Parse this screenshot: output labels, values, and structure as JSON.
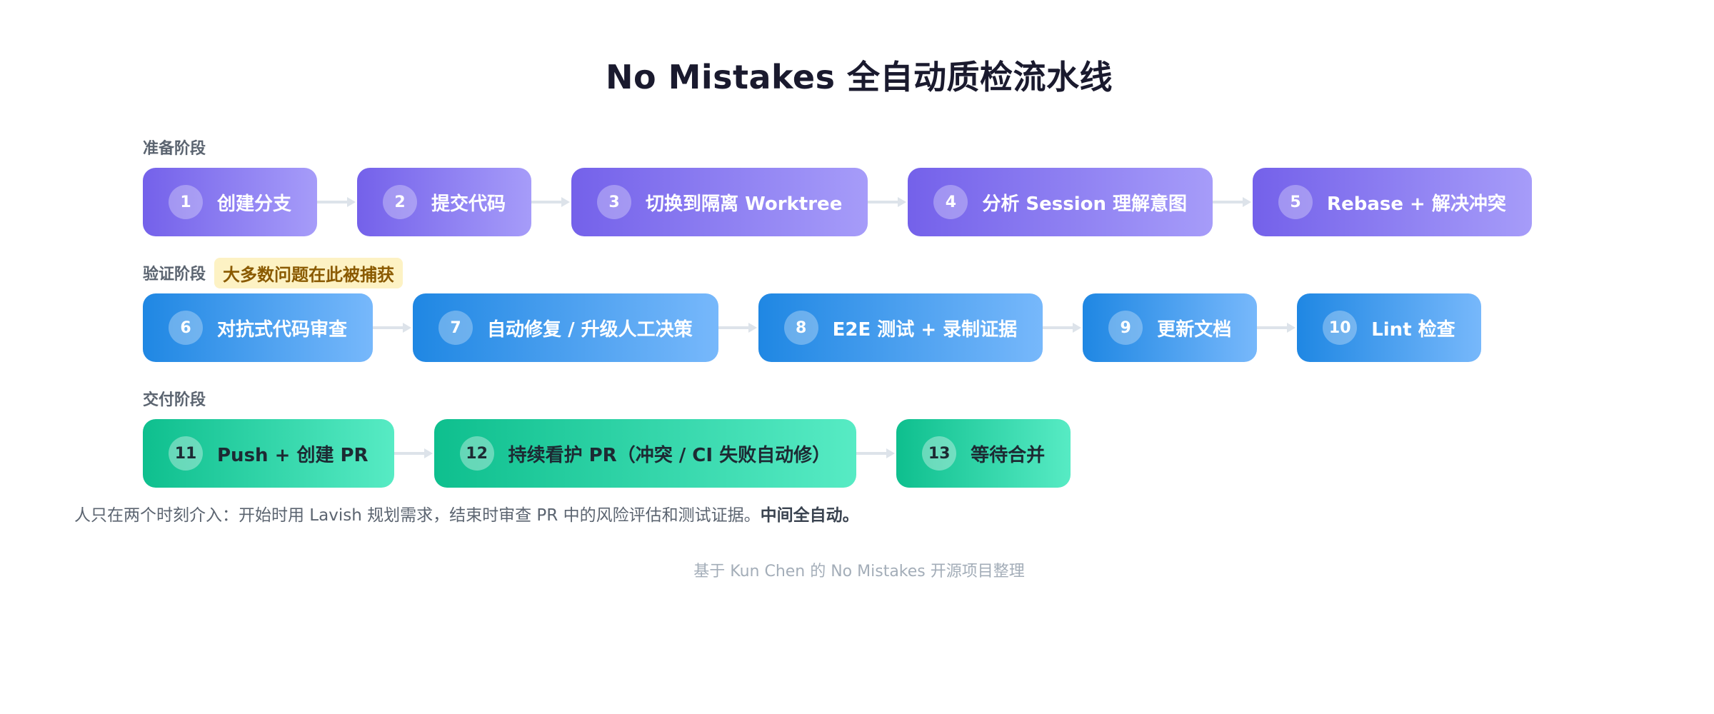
{
  "title": "No Mistakes 全自动质检流水线",
  "stages": [
    {
      "label": "准备阶段",
      "badge": "",
      "steps": [
        {
          "num": "1",
          "label": "创建分支"
        },
        {
          "num": "2",
          "label": "提交代码"
        },
        {
          "num": "3",
          "label": "切换到隔离 Worktree"
        },
        {
          "num": "4",
          "label": "分析 Session 理解意图"
        },
        {
          "num": "5",
          "label": "Rebase + 解决冲突"
        }
      ]
    },
    {
      "label": "验证阶段",
      "badge": "大多数问题在此被捕获",
      "steps": [
        {
          "num": "6",
          "label": "对抗式代码审查"
        },
        {
          "num": "7",
          "label": "自动修复 / 升级人工决策"
        },
        {
          "num": "8",
          "label": "E2E 测试 + 录制证据"
        },
        {
          "num": "9",
          "label": "更新文档"
        },
        {
          "num": "10",
          "label": "Lint 检查"
        }
      ]
    },
    {
      "label": "交付阶段",
      "badge": "",
      "steps": [
        {
          "num": "11",
          "label": "Push + 创建 PR"
        },
        {
          "num": "12",
          "label": "持续看护 PR（冲突 / CI 失败自动修）"
        },
        {
          "num": "13",
          "label": "等待合并"
        }
      ]
    }
  ],
  "note": {
    "text": "人只在两个时刻介入：开始时用 Lavish 规划需求，结束时审查 PR 中的风险评估和测试证据。",
    "bold": "中间全自动。"
  },
  "footer": "基于 Kun Chen 的 No Mistakes 开源项目整理",
  "colors": {
    "prep": "#7461ea",
    "verify": "#1f87e3",
    "deliver": "#0ebf8e",
    "badge_bg": "#fdf2c4",
    "arrow": "#dde3ea"
  }
}
